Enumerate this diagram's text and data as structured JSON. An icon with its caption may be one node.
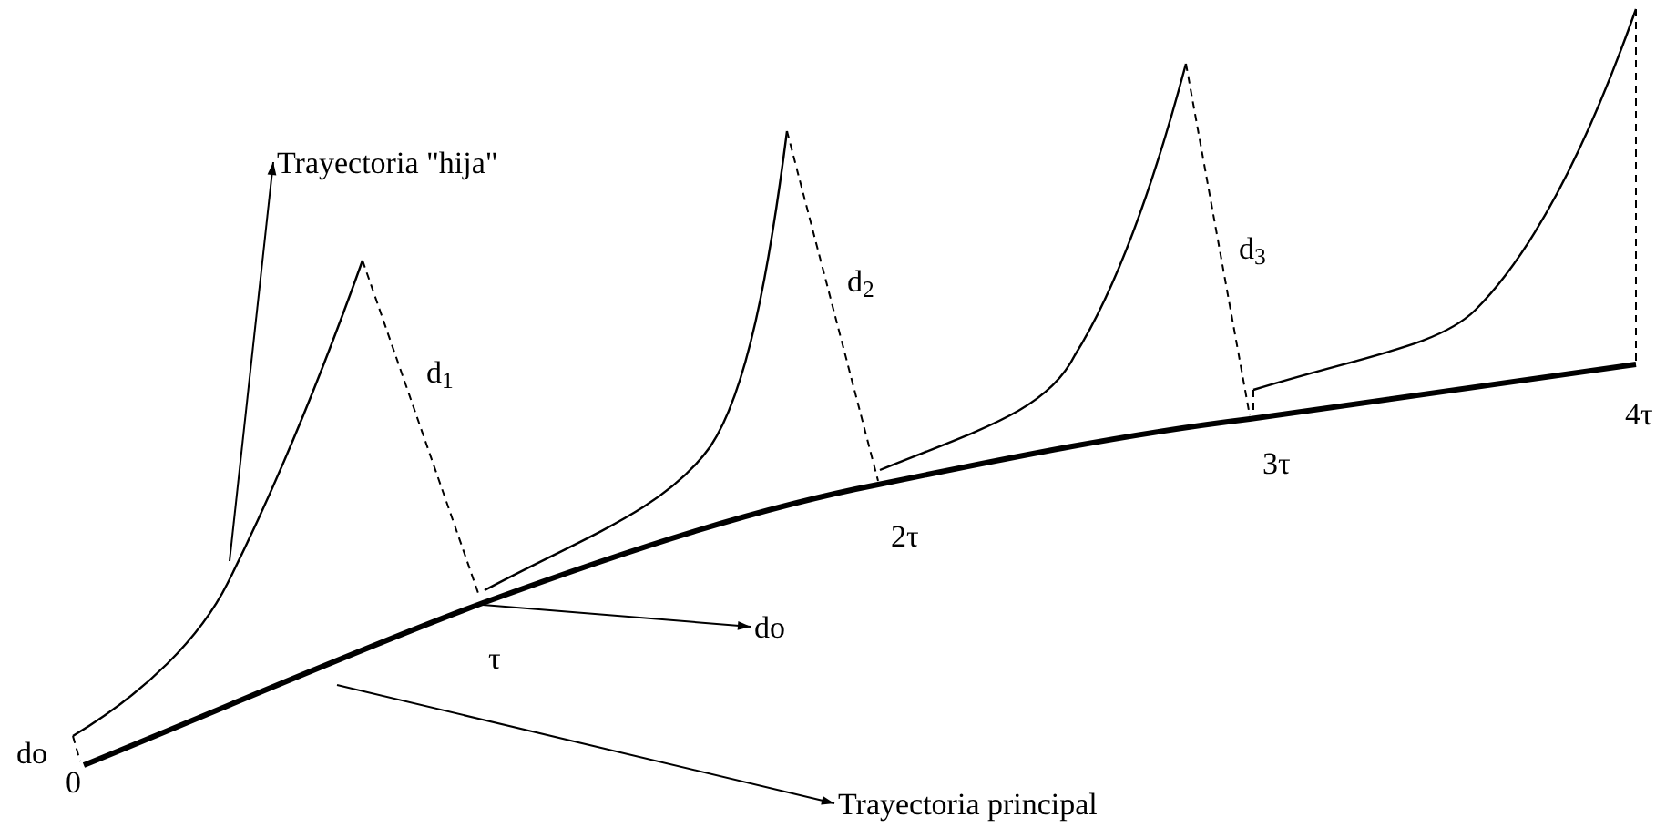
{
  "diagram": {
    "nodes": [
      {
        "text": [
          "Trayectoria \"hija\""
        ]
      },
      {
        "text": [
          "do"
        ]
      },
      {
        "text": [
          "Trayectoria principal"
        ]
      }
    ],
    "edges": [
      {
        "from": null,
        "to": 0,
        "arrow": "to"
      },
      {
        "from": null,
        "to": 1,
        "arrow": "to"
      },
      {
        "from": null,
        "to": 2,
        "arrow": "to"
      }
    ],
    "labels": [
      "d$_{1}$",
      "d$_{2}$",
      "d$_{3}$",
      "τ",
      "2τ",
      "3τ",
      "4τ",
      "do",
      "0"
    ]
  }
}
